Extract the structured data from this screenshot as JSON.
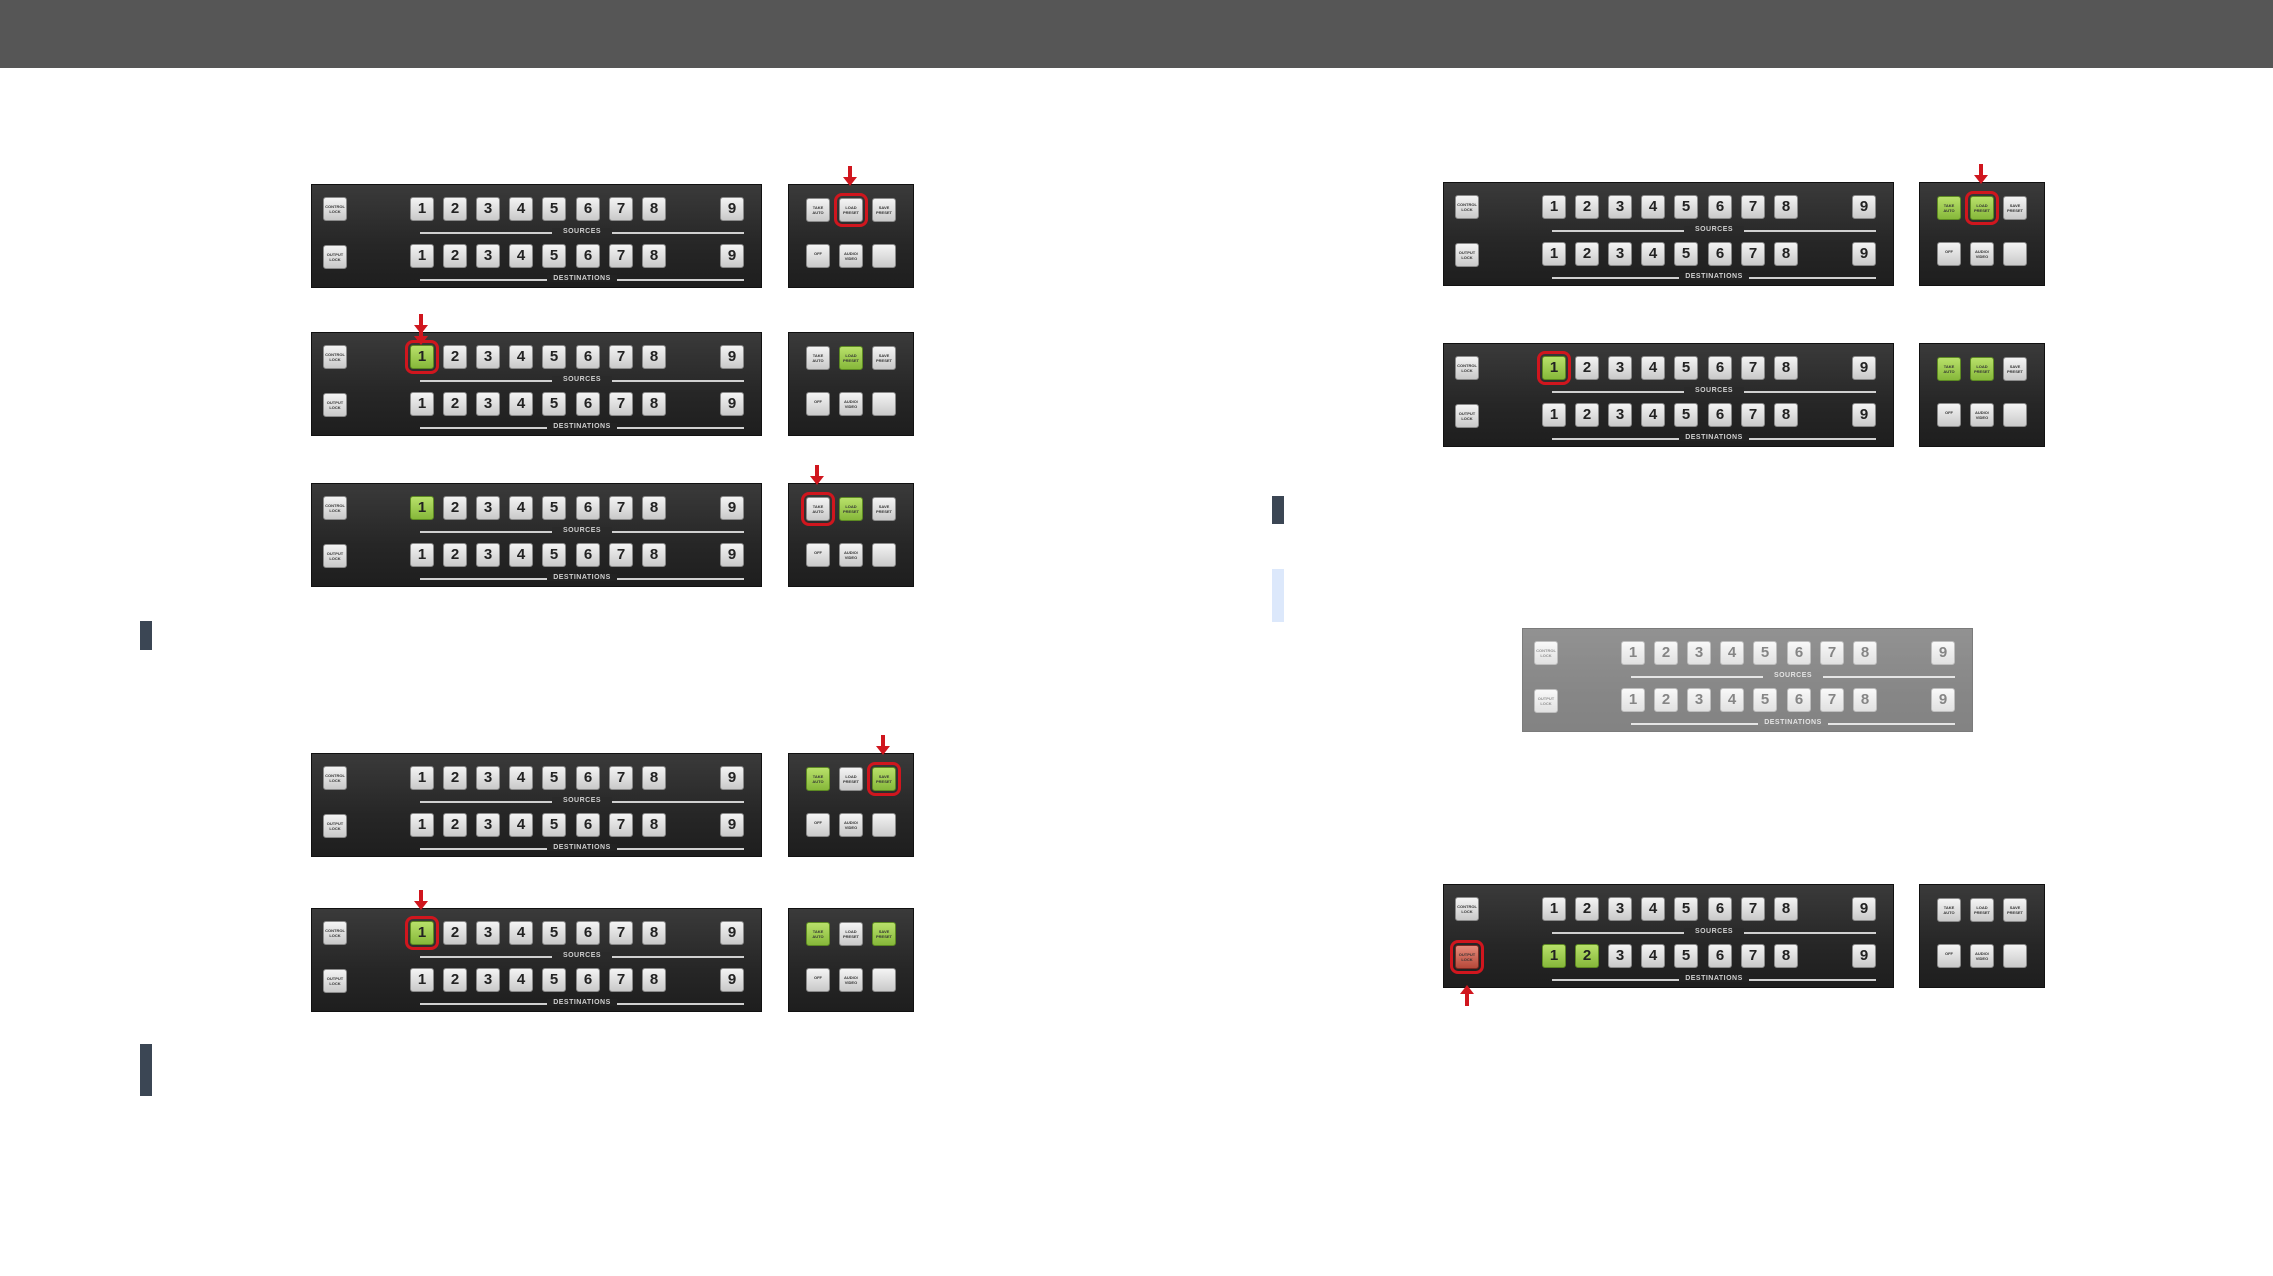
{
  "labels": {
    "sources": "SOURCES",
    "destinations": "DESTINATIONS"
  },
  "control_buttons": {
    "control_lock": "CONTROL LOCK",
    "output_lock": "OUTPUT LOCK",
    "take_auto": "TAKE AUTO",
    "load_preset": "LOAD PRESET",
    "save_preset": "SAVE PRESET",
    "off": "OFF",
    "audio_video": "AUDIO/ VIDEO"
  },
  "port_numbers": [
    "1",
    "2",
    "3",
    "4",
    "5",
    "6",
    "7",
    "8",
    "9"
  ],
  "colors": {
    "topbar": "#565656",
    "green_active": "#9ccc4e",
    "red_highlight": "#d0161e",
    "side_mark": "#3b4654"
  }
}
